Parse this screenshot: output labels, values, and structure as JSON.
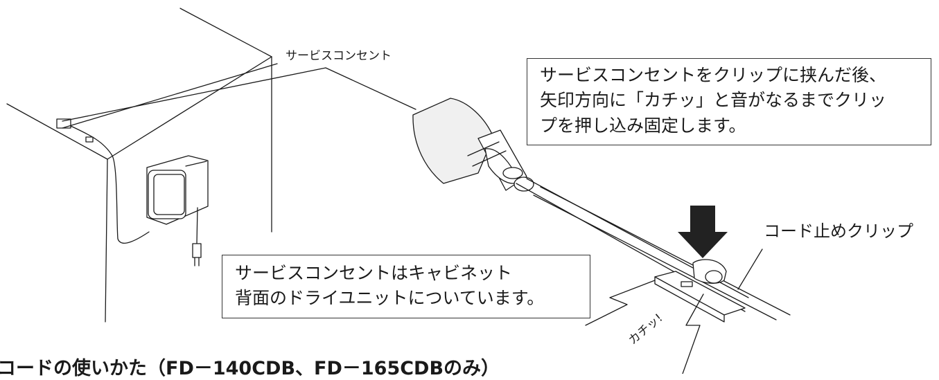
{
  "labels": {
    "service_outlet": "サービスコンセント",
    "cord_clip": "コード止めクリップ",
    "click_sound": "カチッ!",
    "title": "コードの使いかた（FD－140CDB、FD－165CDBのみ）"
  },
  "callouts": {
    "clip_instruction": [
      "サービスコンセントをクリップに挟んだ後、",
      "矢印方向に「カチッ」と音がなるまでクリッ",
      "プを押し込み固定します。"
    ],
    "outlet_location": [
      "サービスコンセントはキャビネット",
      "背面のドライユニットについています。"
    ]
  },
  "colors": {
    "line": "#1a1a1a",
    "plug_fill": "#f0f0f0",
    "arrow": "#222222"
  }
}
